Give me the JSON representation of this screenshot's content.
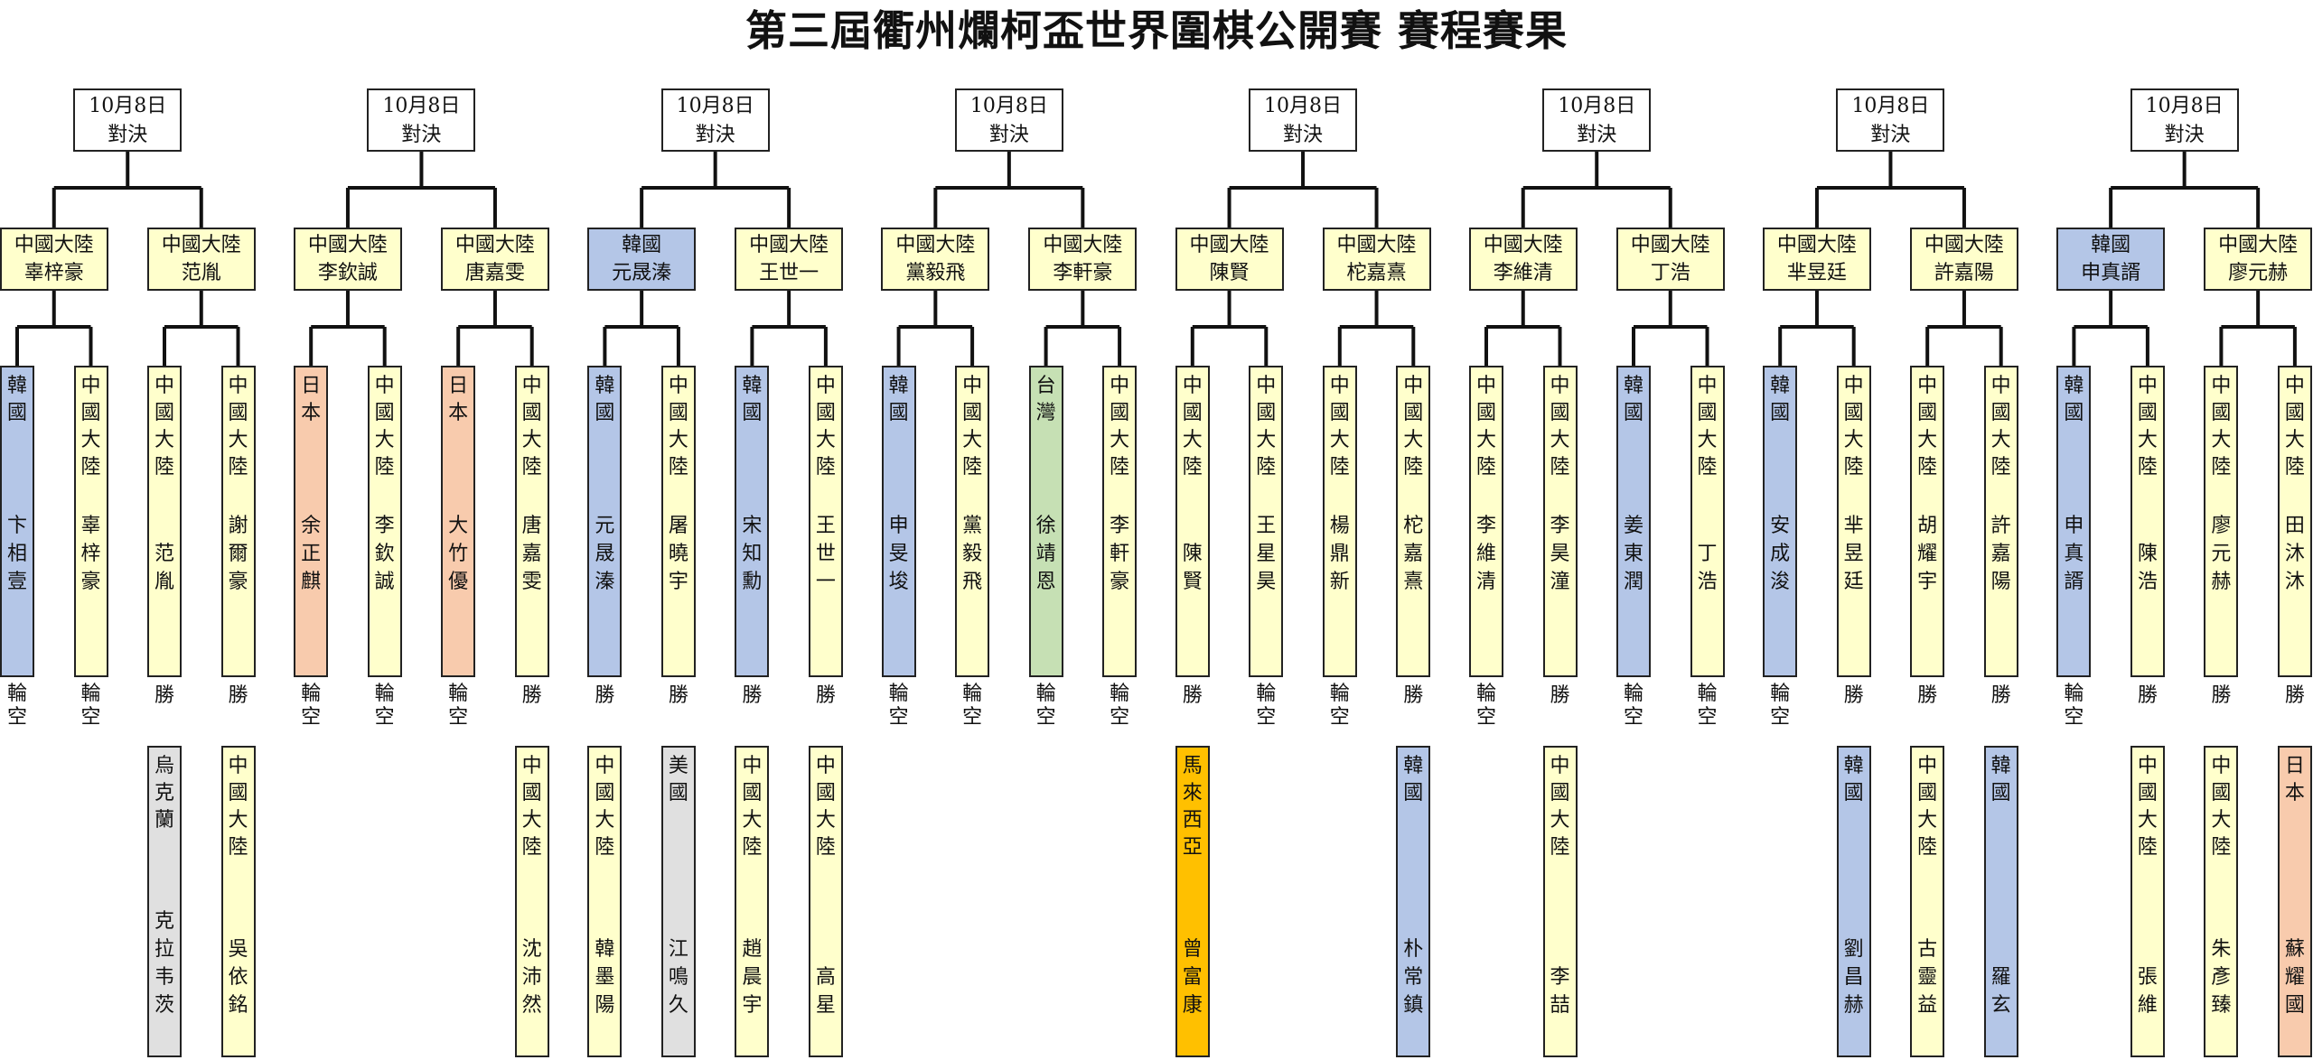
{
  "title": "第三屆衢州爛柯盃世界圍棋公開賽 賽程賽果",
  "colors": {
    "中國大陸": "#ffffcc",
    "韓國": "#b4c6e7",
    "日本": "#f8cbad",
    "台灣": "#c6e0b4",
    "美國": "#e0e0e0",
    "烏克蘭": "#e0e0e0",
    "馬來西亞": "#ffc000"
  },
  "groups": [
    {
      "date": "10月8日",
      "stage": "對決",
      "qualifiers": [
        {
          "region": "中國大陸",
          "name": "辜梓豪"
        },
        {
          "region": "中國大陸",
          "name": "范胤"
        }
      ],
      "players": [
        {
          "region": "韓國",
          "name": "卞相壹",
          "result": "輪空"
        },
        {
          "region": "中國大陸",
          "name": "辜梓豪",
          "result": "輪空"
        },
        {
          "region": "中國大陸",
          "name": "范胤",
          "result": "勝"
        },
        {
          "region": "中國大陸",
          "name": "謝爾豪",
          "result": "勝"
        }
      ],
      "opponents": [
        null,
        null,
        {
          "region": "烏克蘭",
          "name": "克拉韦茨"
        },
        {
          "region": "中國大陸",
          "name": "吳依銘"
        }
      ]
    },
    {
      "date": "10月8日",
      "stage": "對決",
      "qualifiers": [
        {
          "region": "中國大陸",
          "name": "李欽誠"
        },
        {
          "region": "中國大陸",
          "name": "唐嘉雯"
        }
      ],
      "players": [
        {
          "region": "日本",
          "name": "余正麒",
          "result": "輪空"
        },
        {
          "region": "中國大陸",
          "name": "李欽誠",
          "result": "輪空"
        },
        {
          "region": "日本",
          "name": "大竹優",
          "result": "輪空"
        },
        {
          "region": "中國大陸",
          "name": "唐嘉雯",
          "result": "勝"
        }
      ],
      "opponents": [
        null,
        null,
        null,
        {
          "region": "中國大陸",
          "name": "沈沛然"
        }
      ]
    },
    {
      "date": "10月8日",
      "stage": "對決",
      "qualifiers": [
        {
          "region": "韓國",
          "name": "元晟溱"
        },
        {
          "region": "中國大陸",
          "name": "王世一"
        }
      ],
      "players": [
        {
          "region": "韓國",
          "name": "元晟溱",
          "result": "勝"
        },
        {
          "region": "中國大陸",
          "name": "屠曉宇",
          "result": "勝"
        },
        {
          "region": "韓國",
          "name": "宋知勳",
          "result": "勝"
        },
        {
          "region": "中國大陸",
          "name": "王世一",
          "result": "勝"
        }
      ],
      "opponents": [
        {
          "region": "中國大陸",
          "name": "韓墨陽"
        },
        {
          "region": "美國",
          "name": "江鳴久"
        },
        {
          "region": "中國大陸",
          "name": "趙晨宇"
        },
        {
          "region": "中國大陸",
          "name": "高星"
        }
      ]
    },
    {
      "date": "10月8日",
      "stage": "對決",
      "qualifiers": [
        {
          "region": "中國大陸",
          "name": "黨毅飛"
        },
        {
          "region": "中國大陸",
          "name": "李軒豪"
        }
      ],
      "players": [
        {
          "region": "韓國",
          "name": "申旻埈",
          "result": "輪空"
        },
        {
          "region": "中國大陸",
          "name": "黨毅飛",
          "result": "輪空"
        },
        {
          "region": "台灣",
          "name": "徐靖恩",
          "result": "輪空"
        },
        {
          "region": "中國大陸",
          "name": "李軒豪",
          "result": "輪空"
        }
      ],
      "opponents": [
        null,
        null,
        null,
        null
      ]
    },
    {
      "date": "10月8日",
      "stage": "對決",
      "qualifiers": [
        {
          "region": "中國大陸",
          "name": "陳賢"
        },
        {
          "region": "中國大陸",
          "name": "柁嘉熹"
        }
      ],
      "players": [
        {
          "region": "中國大陸",
          "name": "陳賢",
          "result": "勝"
        },
        {
          "region": "中國大陸",
          "name": "王星昊",
          "result": "輪空"
        },
        {
          "region": "中國大陸",
          "name": "楊鼎新",
          "result": "輪空"
        },
        {
          "region": "中國大陸",
          "name": "柁嘉熹",
          "result": "勝"
        }
      ],
      "opponents": [
        {
          "region": "馬來西亞",
          "name": "曾富康"
        },
        null,
        null,
        {
          "region": "韓國",
          "name": "朴常鎮"
        }
      ]
    },
    {
      "date": "10月8日",
      "stage": "對決",
      "qualifiers": [
        {
          "region": "中國大陸",
          "name": "李維清"
        },
        {
          "region": "中國大陸",
          "name": "丁浩"
        }
      ],
      "players": [
        {
          "region": "中國大陸",
          "name": "李維清",
          "result": "輪空"
        },
        {
          "region": "中國大陸",
          "name": "李昊潼",
          "result": "勝"
        },
        {
          "region": "韓國",
          "name": "姜東潤",
          "result": "輪空"
        },
        {
          "region": "中國大陸",
          "name": "丁浩",
          "result": "輪空"
        }
      ],
      "opponents": [
        null,
        {
          "region": "中國大陸",
          "name": "李喆"
        },
        null,
        null
      ]
    },
    {
      "date": "10月8日",
      "stage": "對決",
      "qualifiers": [
        {
          "region": "中國大陸",
          "name": "芈昱廷"
        },
        {
          "region": "中國大陸",
          "name": "許嘉陽"
        }
      ],
      "players": [
        {
          "region": "韓國",
          "name": "安成浚",
          "result": "輪空"
        },
        {
          "region": "中國大陸",
          "name": "芈昱廷",
          "result": "勝"
        },
        {
          "region": "中國大陸",
          "name": "胡耀宇",
          "result": "勝"
        },
        {
          "region": "中國大陸",
          "name": "許嘉陽",
          "result": "勝"
        }
      ],
      "opponents": [
        null,
        {
          "region": "韓國",
          "name": "劉昌赫"
        },
        {
          "region": "中國大陸",
          "name": "古靈益"
        },
        {
          "region": "韓國",
          "name": "羅玄"
        }
      ]
    },
    {
      "date": "10月8日",
      "stage": "對決",
      "qualifiers": [
        {
          "region": "韓國",
          "name": "申真諝"
        },
        {
          "region": "中國大陸",
          "name": "廖元赫"
        }
      ],
      "players": [
        {
          "region": "韓國",
          "name": "申真諝",
          "result": "輪空"
        },
        {
          "region": "中國大陸",
          "name": "陳浩",
          "result": "勝"
        },
        {
          "region": "中國大陸",
          "name": "廖元赫",
          "result": "勝"
        },
        {
          "region": "中國大陸",
          "name": "田沐沐",
          "result": "勝"
        }
      ],
      "opponents": [
        null,
        {
          "region": "中國大陸",
          "name": "張維"
        },
        {
          "region": "中國大陸",
          "name": "朱彥臻"
        },
        {
          "region": "日本",
          "name": "蘇耀國"
        }
      ]
    }
  ]
}
